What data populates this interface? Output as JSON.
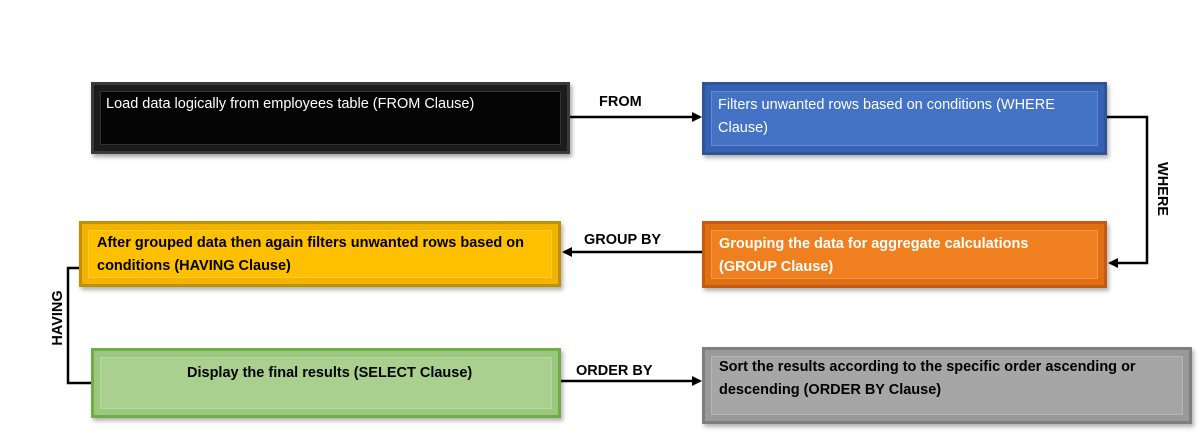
{
  "steps": {
    "from": {
      "text": "Load data logically from employees table (FROM Clause)"
    },
    "where": {
      "line1": "Filters unwanted rows based on conditions (WHERE",
      "line2": "Clause)"
    },
    "group": {
      "line1": "Grouping the data for aggregate calculations",
      "line2": "(GROUP Clause)"
    },
    "having": {
      "line1": "After grouped data then again filters unwanted rows based on",
      "line2": "conditions (HAVING Clause)"
    },
    "select": {
      "text": "Display the final results (SELECT Clause)"
    },
    "order": {
      "line1": "Sort the results according to the specific order ascending or",
      "line2": "descending (ORDER BY Clause)"
    }
  },
  "connectors": {
    "from": "FROM",
    "where": "WHERE",
    "group_by": "GROUP BY",
    "having": "HAVING",
    "order_by": "ORDER BY"
  },
  "colors": {
    "from": "#050505",
    "where": "#4472c4",
    "group": "#f0801f",
    "having": "#ffc000",
    "select": "#a9d08e",
    "order": "#a6a6a6"
  }
}
